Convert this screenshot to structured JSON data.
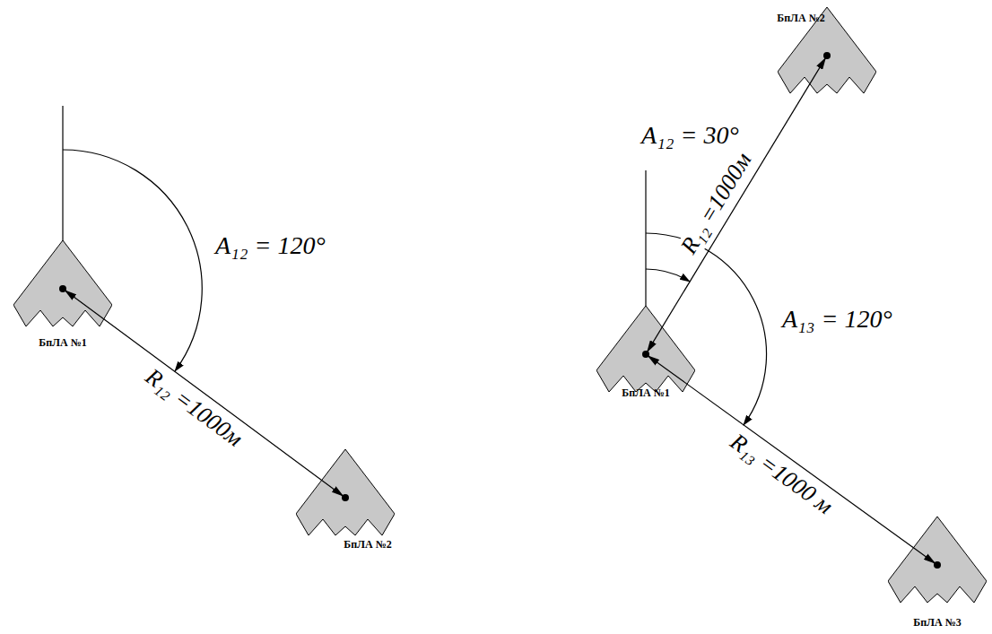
{
  "diagram": {
    "nodes": [
      {
        "text": [
          "БпЛА №1"
        ]
      },
      {
        "text": [
          "БпЛА №2"
        ]
      },
      {
        "text": [
          "БпЛА №1"
        ]
      },
      {
        "text": [
          "БпЛА №2"
        ]
      },
      {
        "text": [
          "БпЛА №3"
        ]
      }
    ],
    "edges": [
      {
        "from": 0,
        "to": 1,
        "arrow": "both",
        "label": "R₁₂ =1000м"
      },
      {
        "from": 2,
        "to": 3,
        "arrow": "both",
        "label": "R₁₂ =1000м"
      },
      {
        "from": 2,
        "to": 4,
        "arrow": "both",
        "label": "R₁₃ =1000 м"
      }
    ],
    "labels": [
      "A₁₂ = 120°",
      "A₁₂ = 30°",
      "A₁₃ = 120°"
    ]
  }
}
